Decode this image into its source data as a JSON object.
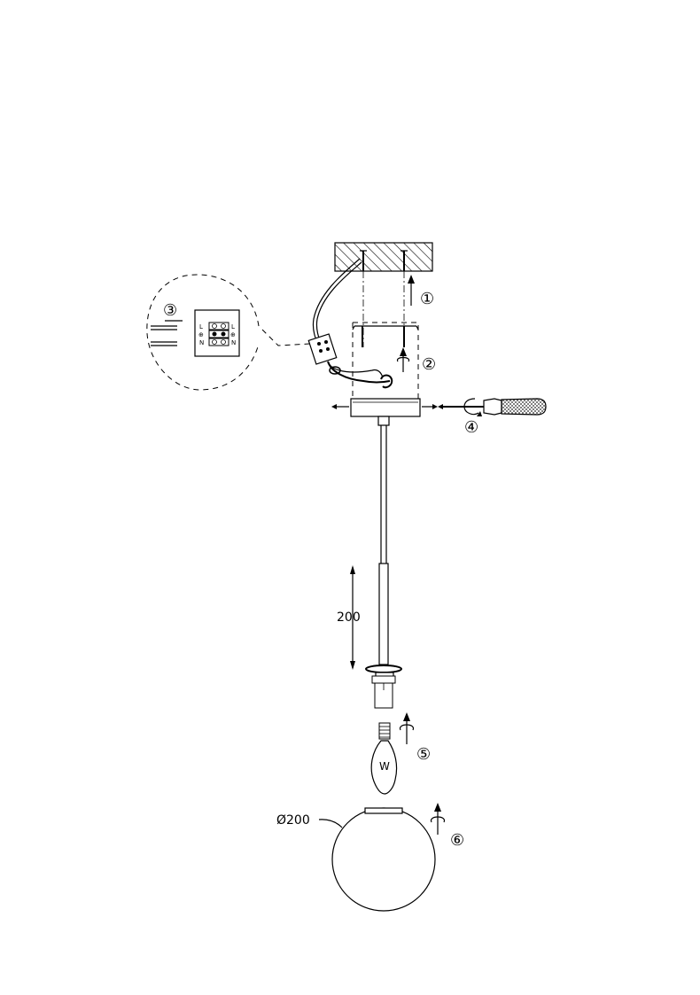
{
  "diagram": {
    "step_labels": [
      "①",
      "②",
      "③",
      "④",
      "⑤",
      "⑥"
    ],
    "dimensions": {
      "rod_extension": "200",
      "shade_diameter": "Ø200"
    },
    "terminal_block": {
      "left_marks": [
        "L",
        "⊕",
        "N"
      ],
      "right_marks": [
        "L",
        "⊕",
        "N"
      ]
    },
    "bulb_mark": "W"
  }
}
